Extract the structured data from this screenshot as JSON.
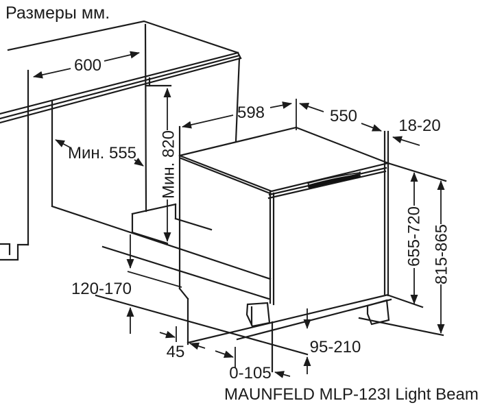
{
  "title": "Размеры мм.",
  "caption": "MAUNFELD MLP-123I Light Beam",
  "dimensions": {
    "counter_width": "600",
    "niche_depth_min": "Мин. 555",
    "niche_height_min": "Мин. 820",
    "appliance_width": "598",
    "appliance_depth": "550",
    "panel_thickness": "18-20",
    "door_height_range": "655-720",
    "overall_height_range": "815-865",
    "plinth_height_range": "120-170",
    "foot_inset": "45",
    "plinth_recess_range": "0-105",
    "base_clearance_range": "95-210"
  },
  "colors": {
    "line": "#1b1b1b",
    "background": "#ffffff"
  }
}
